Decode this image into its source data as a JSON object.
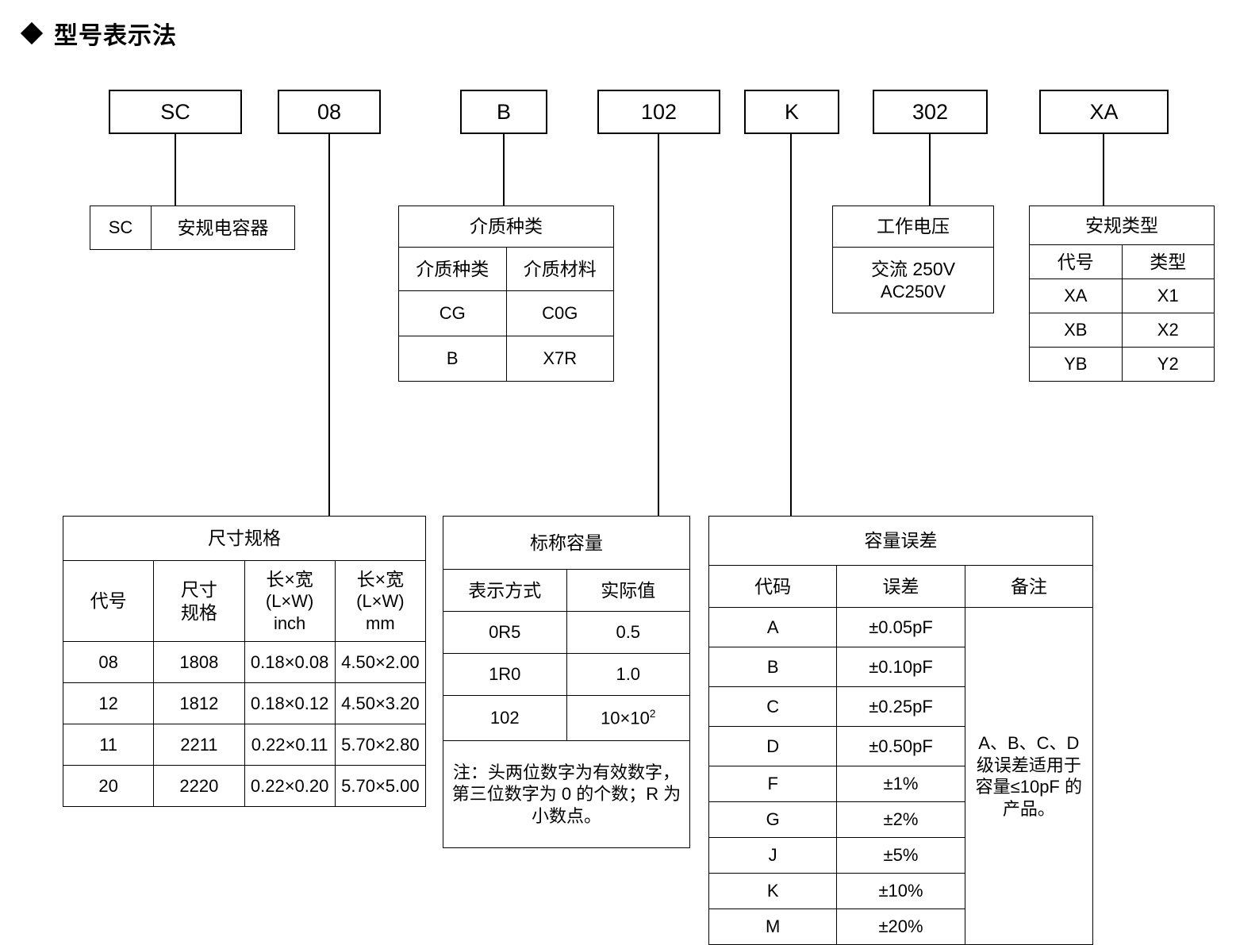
{
  "page": {
    "title": "型号表示法",
    "bullet_icon": "diamond-bullet"
  },
  "part_number_boxes": [
    {
      "code": "SC"
    },
    {
      "code": "08"
    },
    {
      "code": "B"
    },
    {
      "code": "102"
    },
    {
      "code": "K"
    },
    {
      "code": "302"
    },
    {
      "code": "XA"
    }
  ],
  "series_block": {
    "code": "SC",
    "description": "安规电容器"
  },
  "dielectric_table": {
    "title": "介质种类",
    "headers": [
      "介质种类",
      "介质材料"
    ],
    "rows": [
      [
        "CG",
        "C0G"
      ],
      [
        "B",
        "X7R"
      ]
    ]
  },
  "voltage_block": {
    "title": "工作电压",
    "value_line1": "交流 250V",
    "value_line2": "AC250V"
  },
  "safety_table": {
    "title": "安规类型",
    "headers": [
      "代号",
      "类型"
    ],
    "rows": [
      [
        "XA",
        "X1"
      ],
      [
        "XB",
        "X2"
      ],
      [
        "YB",
        "Y2"
      ]
    ]
  },
  "size_table": {
    "title": "尺寸规格",
    "headers": [
      "代号",
      "尺寸\n规格",
      "长×宽\n(L×W)\ninch",
      "长×宽\n(L×W)\nmm"
    ],
    "header_parts": {
      "c0": "代号",
      "c1_l1": "尺寸",
      "c1_l2": "规格",
      "c2_l1": "长×宽",
      "c2_l2": "(L×W)",
      "c2_l3": "inch",
      "c3_l1": "长×宽",
      "c3_l2": "(L×W)",
      "c3_l3": "mm"
    },
    "rows": [
      [
        "08",
        "1808",
        "0.18×0.08",
        "4.50×2.00"
      ],
      [
        "12",
        "1812",
        "0.18×0.12",
        "4.50×3.20"
      ],
      [
        "11",
        "2211",
        "0.22×0.11",
        "5.70×2.80"
      ],
      [
        "20",
        "2220",
        "0.22×0.20",
        "5.70×5.00"
      ]
    ]
  },
  "capacity_table": {
    "title": "标称容量",
    "headers": [
      "表示方式",
      "实际值"
    ],
    "rows": [
      [
        "0R5",
        "0.5"
      ],
      [
        "1R0",
        "1.0"
      ]
    ],
    "row_102_code": "102",
    "row_102_base": "10×10",
    "row_102_exp": "2",
    "note": "注：头两位数字为有效数字，第三位数字为 0 的个数；R 为小数点。"
  },
  "tolerance_table": {
    "title": "容量误差",
    "headers": [
      "代码",
      "误差",
      "备注"
    ],
    "rows": [
      [
        "A",
        "±0.05pF"
      ],
      [
        "B",
        "±0.10pF"
      ],
      [
        "C",
        "±0.25pF"
      ],
      [
        "D",
        "±0.50pF"
      ],
      [
        "F",
        "±1%"
      ],
      [
        "G",
        "±2%"
      ],
      [
        "J",
        "±5%"
      ],
      [
        "K",
        "±10%"
      ],
      [
        "M",
        "±20%"
      ]
    ],
    "remark": "A、B、C、D 级误差适用于容量≤10pF 的产品。"
  },
  "colors": {
    "line": "#000000",
    "background": "#ffffff",
    "text": "#000000"
  }
}
